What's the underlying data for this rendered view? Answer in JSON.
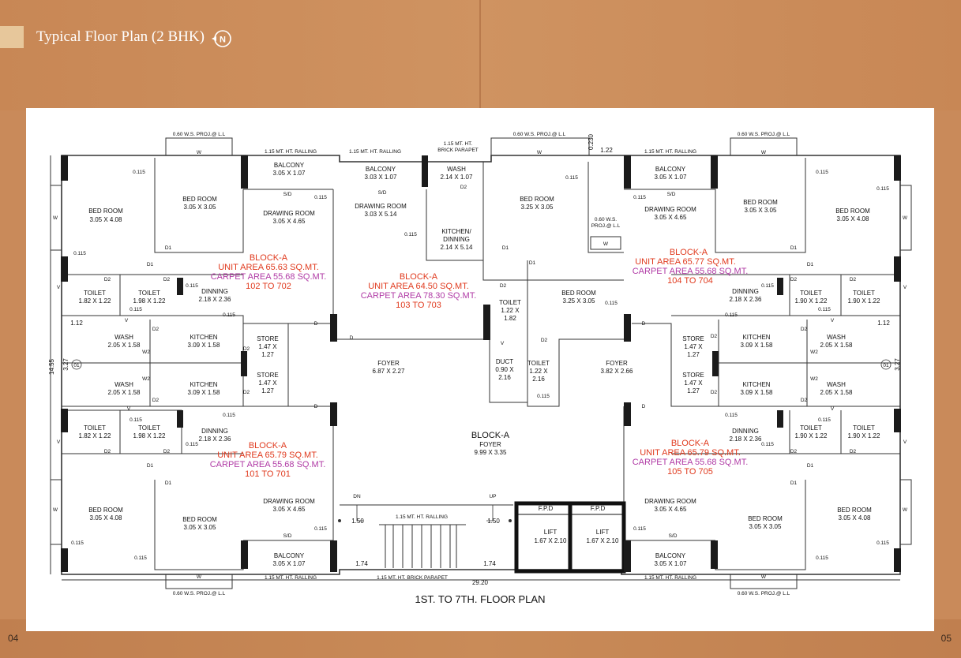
{
  "header": {
    "title": "Typical Floor Plan (2 BHK)",
    "compass_label": "N"
  },
  "footer": {
    "page_left": "04",
    "page_right": "05"
  },
  "plan": {
    "caption": "1ST. TO 7TH. FLOOR PLAN",
    "overall_width": "29.20",
    "overall_depth": "14.55",
    "units": [
      {
        "block": "BLOCK-A",
        "unit_area": "UNIT AREA 65.63 SQ.MT.",
        "carpet_area": "CARPET AREA  55.68 SQ.MT.",
        "flats": "102 TO 702"
      },
      {
        "block": "BLOCK-A",
        "unit_area": "UNIT AREA 64.50 SQ.MT.",
        "carpet_area": "CARPET AREA  78.30 SQ.MT.",
        "flats": "103 TO 703"
      },
      {
        "block": "BLOCK-A",
        "unit_area": "UNIT AREA 65.77 SQ.MT.",
        "carpet_area": "CARPET AREA  55.68 SQ.MT.",
        "flats": "104 TO 704"
      },
      {
        "block": "BLOCK-A",
        "unit_area": "UNIT AREA  65.79 SQ.MT.",
        "carpet_area": "CARPET AREA  55.68 SQ.MT.",
        "flats": "101 TO 701"
      },
      {
        "block": "BLOCK-A",
        "unit_area": "UNIT AREA  65.79 SQ.MT.",
        "carpet_area": "CARPET AREA  55.68 SQ.MT.",
        "flats": "105 TO 705"
      }
    ],
    "center": {
      "block": "BLOCK-A",
      "foyer": "FOYER",
      "foyer_dim": "9.99 X 3.35"
    },
    "labels": {
      "ws_proj": "0.60 W.S. PROJ.@ L.L",
      "railing": "1.15 MT. HT. RALLING",
      "parapet1": "1.15 MT. HT.",
      "parapet2": "BRICK PARAPET",
      "bottom_parapet": "1.15 MT. HT. BRICK PARAPET",
      "ws_a": "0.60 W.S.",
      "ws_b": "PROJ.@ L.L",
      "w": "W",
      "w2": "W2",
      "d": "D",
      "d1": "D1",
      "d2": "D2",
      "v": "V",
      "sd": "S/D",
      "dn": "DN",
      "up": "UP",
      "t": "0.115",
      "dim_122": "1.22",
      "dim_230": "0.230",
      "dim_112": "1.12",
      "dim_327": "3.27",
      "dim_150": "1.50",
      "dim_174": "1.74",
      "axis": "01"
    },
    "rooms": {
      "bed": "BED ROOM",
      "drawing": "DRAWING ROOM",
      "balcony": "BALCONY",
      "toilet": "TOILET",
      "wash": "WASH",
      "kitchen": "KITCHEN",
      "store": "STORE",
      "dinning": "DINNING",
      "kitchen_dining_a": "KITCHEN/",
      "kitchen_dining_b": "DINNING",
      "foyer": "FOYER",
      "duct": "DUCT",
      "fpd": "F.P.D",
      "lift": "LIFT"
    },
    "dims": {
      "a": "3.05 X 4.08",
      "b": "3.05 X 3.05",
      "c": "3.05 X 1.07",
      "d": "3.05 X 4.65",
      "e": "3.03 X 1.07",
      "f": "3.03 X 5.14",
      "g": "2.14 X 1.07",
      "h": "2.14 X 5.14",
      "i": "3.25 X 3.05",
      "j": "1.82 X 1.22",
      "k": "1.98 X 1.22",
      "l": "2.18 X 2.36",
      "m": "2.05 X 1.58",
      "n": "3.09 X 1.58",
      "o1": "1.47 X",
      "o2": "1.27",
      "p": "6.87 X 2.27",
      "q1": "1.22 X",
      "q2": "1.82",
      "r1": "0.90 X",
      "r2": "2.16",
      "s": "1.22 X 2.16",
      "u": "3.82 X 2.66",
      "x": "1.90 X 1.22",
      "lift": "1.67 X 2.10"
    }
  }
}
